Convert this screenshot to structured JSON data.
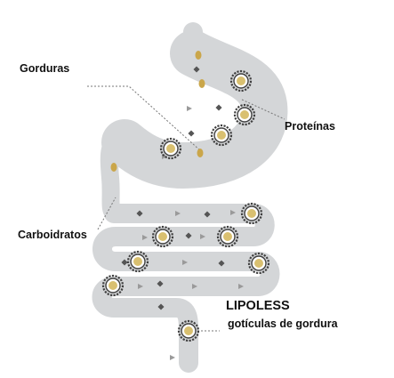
{
  "labels": {
    "gorduras": "Gorduras",
    "proteinas": "Proteínas",
    "carboidratos": "Carboidratos",
    "product": "LIPOLESS",
    "droplets": "gotículas de gordura"
  },
  "colors": {
    "tract": "#d4d6d8",
    "leader": "#777777",
    "fat_particle": "#caa64a",
    "protein_particle": "#555555",
    "carb_particle": "#9a9a9a",
    "capsule_gear": "#3f3f3f",
    "capsule_core": "#d9c070"
  },
  "icons": {
    "fat": "oval-droplet-icon",
    "protein": "diamond-particle-icon",
    "carbohydrate": "triangle-particle-icon",
    "capsule": "gear-capsule-icon"
  }
}
